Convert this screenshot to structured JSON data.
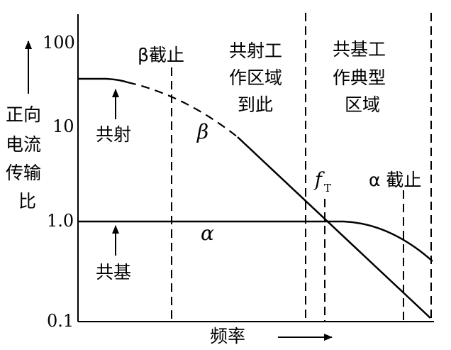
{
  "y_axis": {
    "label_lines": [
      "正向",
      "电流",
      "传输",
      "比"
    ],
    "ticks": [
      {
        "label": "100",
        "value": 100
      },
      {
        "label": "10",
        "value": 10
      },
      {
        "label": "1.0",
        "value": 1
      },
      {
        "label": "0.1",
        "value": 0.1
      }
    ]
  },
  "x_axis": {
    "label": "频率"
  },
  "annotations": {
    "beta_cutoff": "β截止",
    "alpha_cutoff": "α 截止",
    "ce_region_lines": [
      "共射工",
      "作区域",
      "到此"
    ],
    "cb_region_lines": [
      "共基工",
      "作典型",
      "区域"
    ],
    "common_emitter": "共射",
    "common_base": "共基",
    "beta_curve": "β",
    "alpha_curve": "α",
    "ft": "f",
    "ft_sub": "T"
  },
  "colors": {
    "ink": "#000000",
    "background": "#ffffff"
  }
}
